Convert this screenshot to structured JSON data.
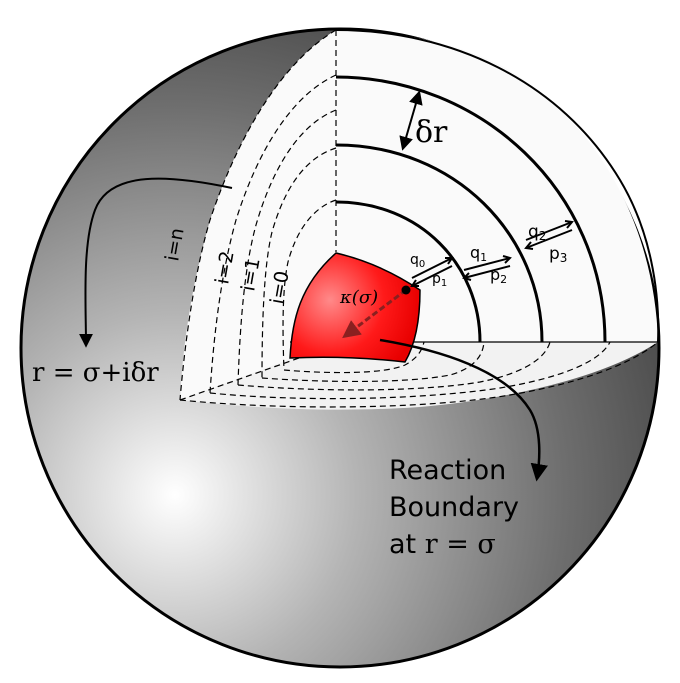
{
  "labels": {
    "delta_r": "δr",
    "shell_n": "i=n",
    "shell_2": "i=2",
    "shell_1": "i=1",
    "shell_0": "i=0",
    "kappa": "κ(σ)",
    "radius_formula": "r = σ+iδr",
    "reaction_line1": "Reaction",
    "reaction_line2": "Boundary",
    "reaction_line3_prefix": "at ",
    "reaction_line3_math": "r = σ"
  },
  "rates": {
    "q0": "q",
    "q0_sub": "0",
    "p1": "p",
    "p1_sub": "1",
    "q1": "q",
    "q1_sub": "1",
    "p2": "p",
    "p2_sub": "2",
    "q2": "q",
    "q2_sub": "2",
    "p3": "p",
    "p3_sub": "3"
  },
  "colors": {
    "core_red": "#ff0000",
    "sphere_light": "#ffffff",
    "sphere_dark": "#4a4a4a",
    "cut_face": "#fafafa",
    "stroke": "#000000"
  }
}
